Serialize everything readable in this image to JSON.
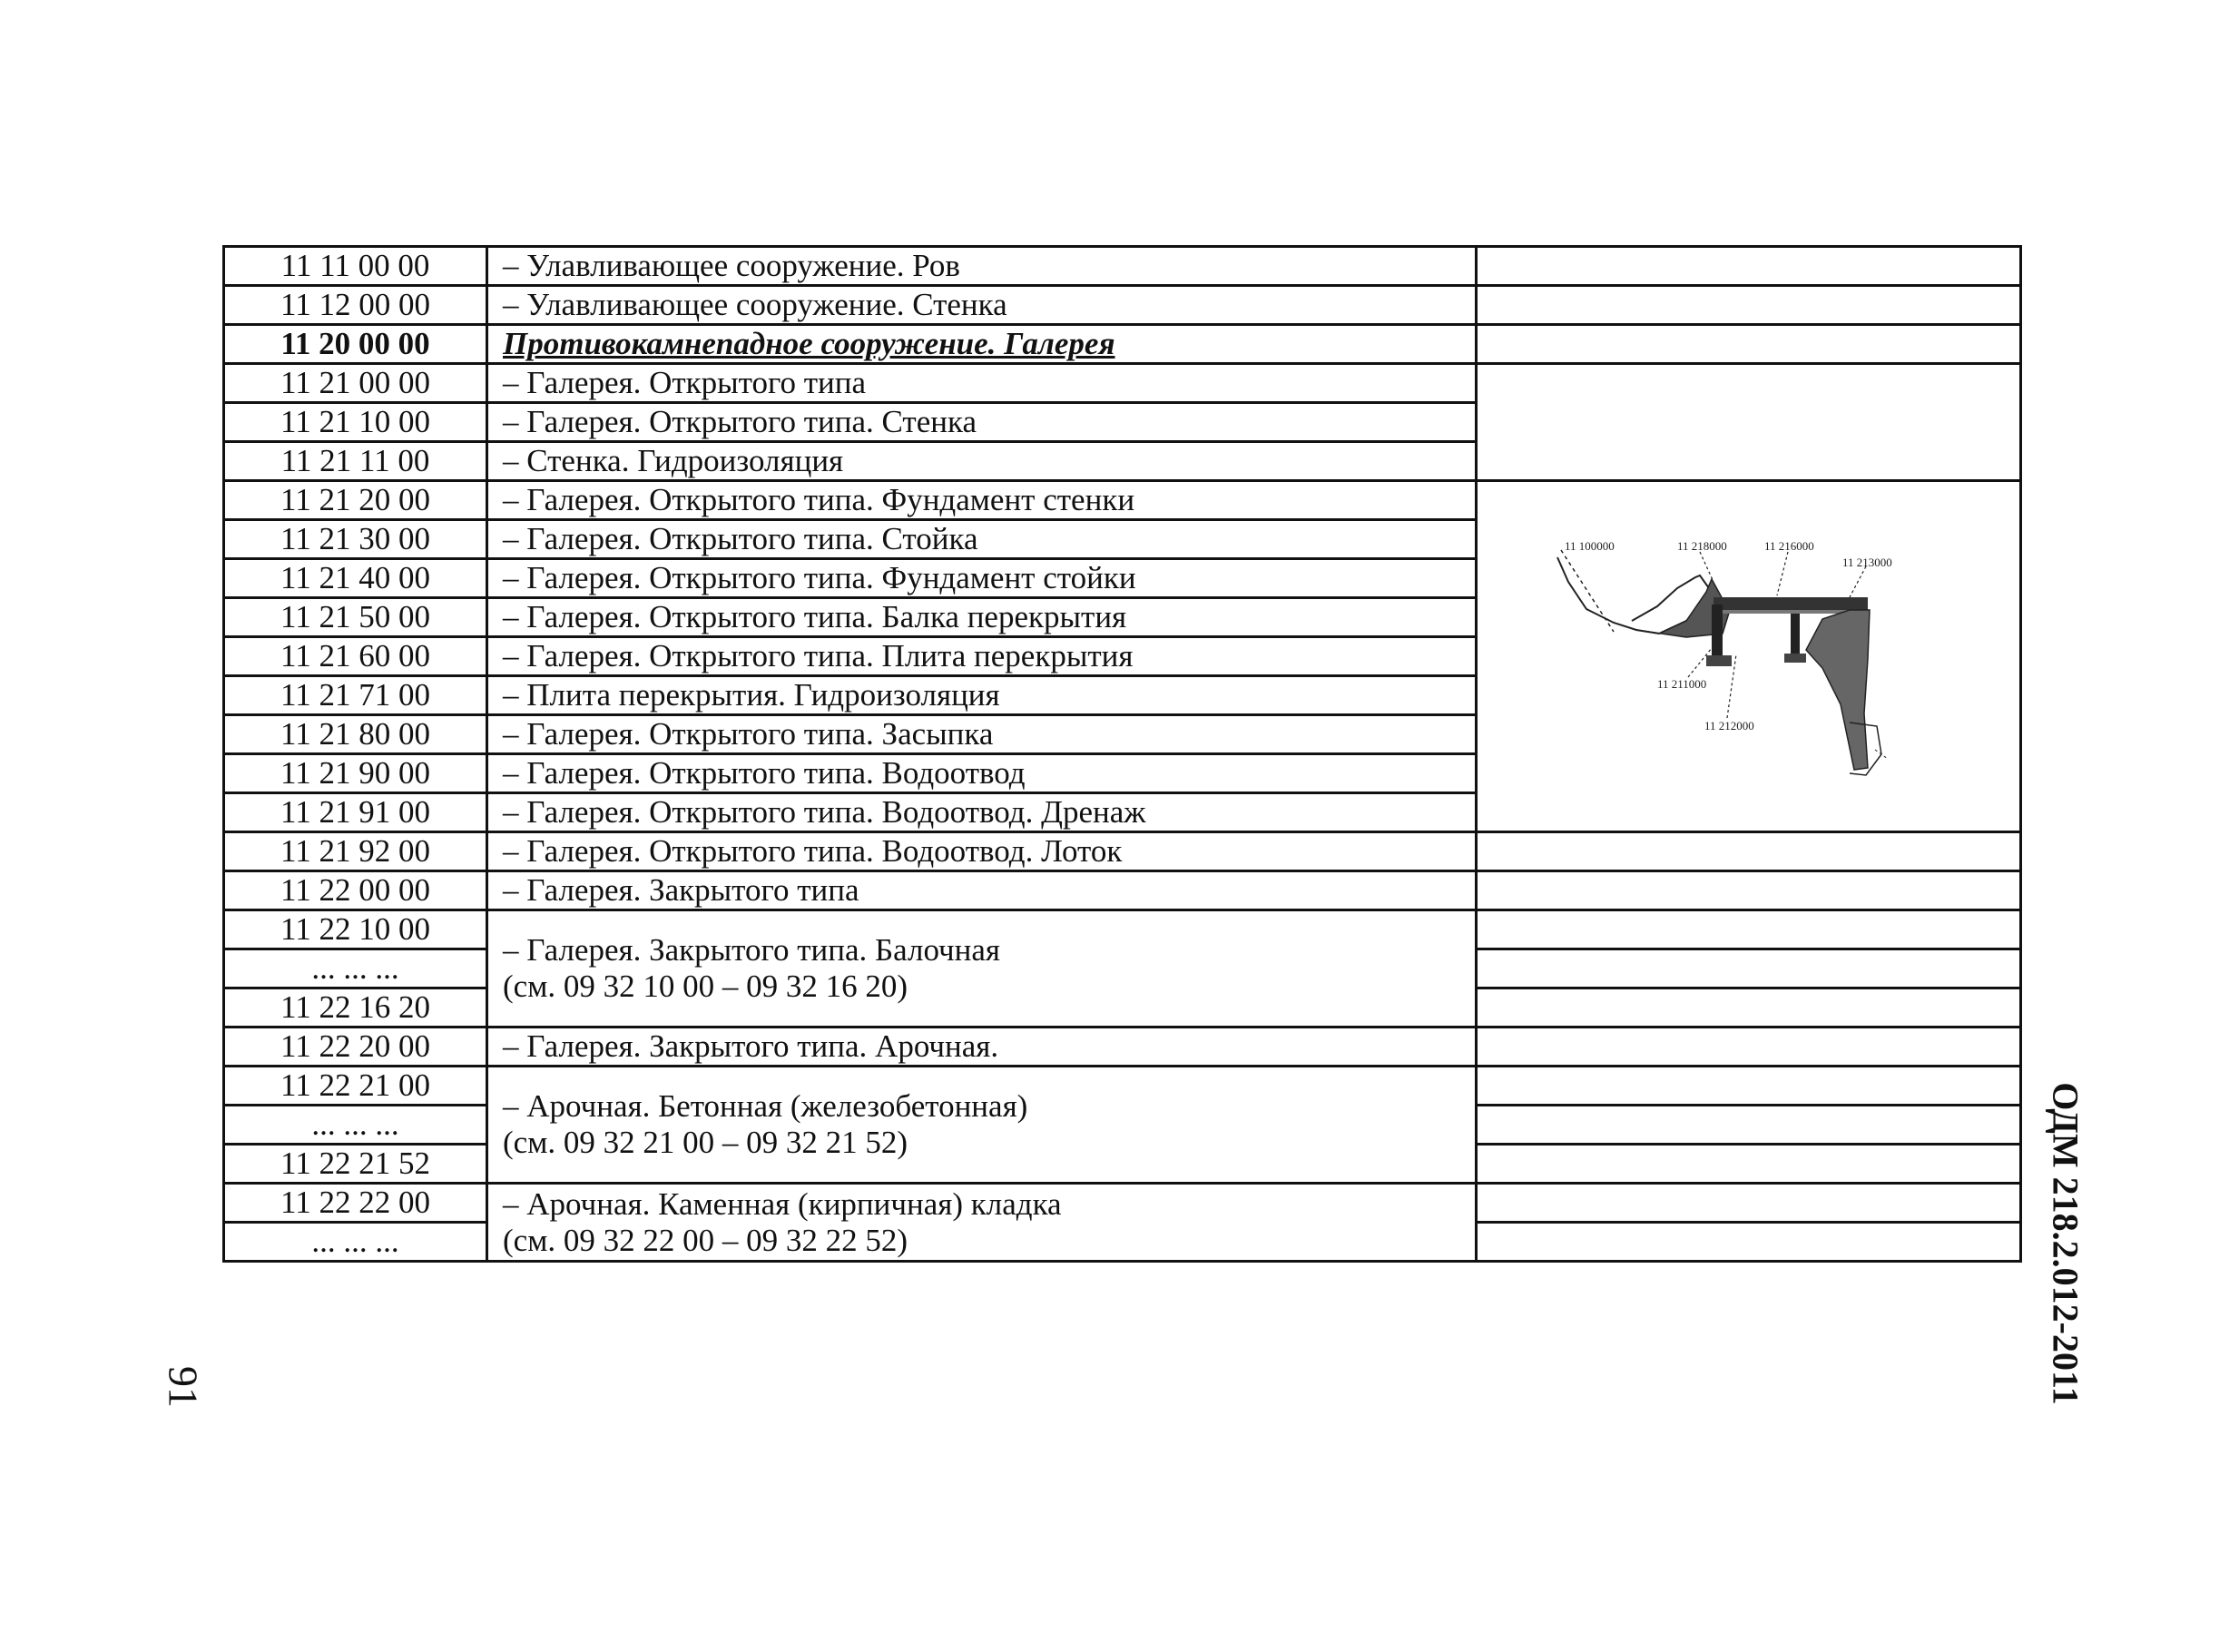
{
  "rows": [
    {
      "code": "11 11 00 00",
      "desc": "– Улавливающее сооружение. Ров"
    },
    {
      "code": "11 12 00 00",
      "desc": "– Улавливающее сооружение. Стенка"
    },
    {
      "code": "11 20 00 00",
      "desc": "Противокамнепадное сооружение. Галерея"
    },
    {
      "code": "11 21 00 00",
      "desc": "– Галерея. Открытого типа"
    },
    {
      "code": "11 21 10 00",
      "desc": "– Галерея. Открытого типа. Стенка"
    },
    {
      "code": "11 21 11 00",
      "desc": "– Стенка. Гидроизоляция"
    },
    {
      "code": "11 21 20 00",
      "desc": "– Галерея. Открытого типа. Фундамент стенки"
    },
    {
      "code": "11 21 30 00",
      "desc": "– Галерея. Открытого типа. Стойка"
    },
    {
      "code": "11 21 40 00",
      "desc": "– Галерея. Открытого типа. Фундамент стойки"
    },
    {
      "code": "11 21 50 00",
      "desc": "– Галерея. Открытого типа. Балка перекрытия"
    },
    {
      "code": "11 21 60 00",
      "desc": "– Галерея. Открытого типа. Плита перекрытия"
    },
    {
      "code": "11 21 71 00",
      "desc": "– Плита перекрытия. Гидроизоляция"
    },
    {
      "code": "11 21 80 00",
      "desc": "– Галерея. Открытого типа. Засыпка"
    },
    {
      "code": "11 21 90 00",
      "desc": "– Галерея. Открытого типа. Водоотвод"
    },
    {
      "code": "11 21 91 00",
      "desc": "– Галерея. Открытого типа. Водоотвод. Дренаж"
    },
    {
      "code": "11 21 92 00",
      "desc": "– Галерея. Открытого типа. Водоотвод. Лоток"
    },
    {
      "code": "11 22 00 00",
      "desc": "– Галерея. Закрытого типа"
    },
    {
      "code": "11 22 10 00",
      "desc_line1": "– Галерея. Закрытого типа. Балочная",
      "desc_line2": "(см. 09 32 10 00 – 09 32 16 20)"
    },
    {
      "code": "... ... ..."
    },
    {
      "code": "11 22 16 20"
    },
    {
      "code": "11 22 20 00",
      "desc": "– Галерея. Закрытого типа. Арочная."
    },
    {
      "code": "11 22 21 00",
      "desc_line1": "– Арочная. Бетонная (железобетонная)",
      "desc_line2": "(см. 09 32 21 00 – 09 32 21 52)"
    },
    {
      "code": "... ... ..."
    },
    {
      "code": "11 22 21 52"
    },
    {
      "code": "11 22 22 00",
      "desc_line1": "– Арочная. Каменная (кирпичная) кладка",
      "desc_line2": "(см. 09 32 22 00 – 09 32 22 52)"
    },
    {
      "code": "... ... ..."
    }
  ],
  "figure": {
    "labels": [
      "11 100000",
      "11 218000",
      "11 216000",
      "11 213000",
      "11 211000",
      "11 212000"
    ]
  },
  "side_code": "ОДМ 218.2.012-2011",
  "page_number": "91"
}
